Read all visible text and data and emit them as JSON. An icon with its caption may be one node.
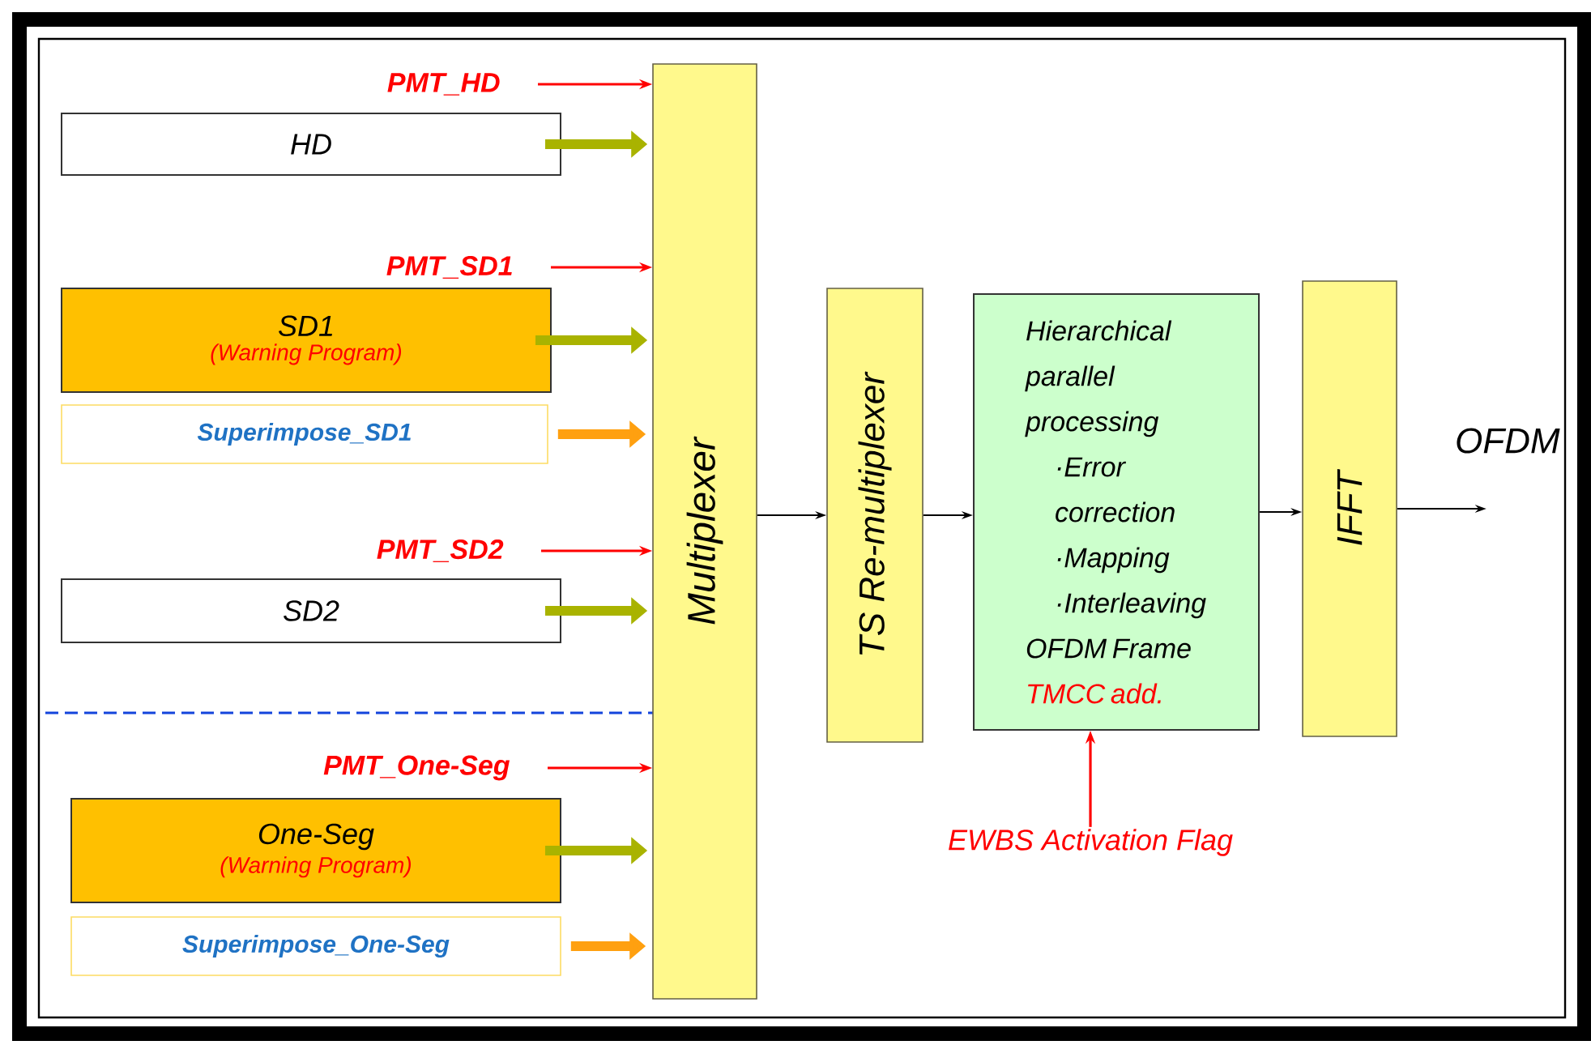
{
  "diagram": {
    "nodes": [
      {
        "text": [
          "Multiplexer"
        ]
      },
      {
        "text": [
          "PMT_HD"
        ]
      },
      {
        "text": [
          "HD"
        ]
      },
      {
        "text": [
          "PMT_SD1"
        ]
      },
      {
        "text": [
          "SD1",
          "(Warning Program)"
        ]
      },
      {
        "text": [
          "Superimpose_SD1"
        ]
      },
      {
        "text": [
          "PMT_SD2"
        ]
      },
      {
        "text": [
          "SD2"
        ]
      },
      {
        "text": [
          "PMT_One-Seg"
        ]
      },
      {
        "text": [
          "One-Seg",
          "(Warning Program)"
        ]
      },
      {
        "text": [
          "Superimpose_One-Seg"
        ]
      },
      {
        "text": [
          "TS Re-multiplexer"
        ]
      },
      {
        "text": [
          "Hierarchical parallel processing",
          "·Error correction",
          "·Mapping",
          "·Interleaving",
          "OFDM Frame",
          "TMCC  add."
        ]
      },
      {
        "text": [
          "IFFT"
        ]
      },
      {
        "text": [
          "EWBS Activation Flag"
        ]
      }
    ],
    "edges": [
      {
        "from": 1,
        "to": 0,
        "arrow": "to",
        "color": "#ff0000"
      },
      {
        "from": 2,
        "to": 0,
        "arrow": "to",
        "style": "thick",
        "color": "#a9b300"
      },
      {
        "from": 3,
        "to": 0,
        "arrow": "to",
        "color": "#ff0000"
      },
      {
        "from": 4,
        "to": 0,
        "arrow": "to",
        "style": "thick",
        "color": "#a9b300"
      },
      {
        "from": 5,
        "to": 0,
        "arrow": "to",
        "style": "thick",
        "color": "#ffa010"
      },
      {
        "from": 6,
        "to": 0,
        "arrow": "to",
        "color": "#ff0000"
      },
      {
        "from": 7,
        "to": 0,
        "arrow": "to",
        "style": "thick",
        "color": "#a9b300"
      },
      {
        "from": 8,
        "to": 0,
        "arrow": "to",
        "color": "#ff0000"
      },
      {
        "from": 9,
        "to": 0,
        "arrow": "to",
        "style": "thick",
        "color": "#a9b300"
      },
      {
        "from": 10,
        "to": 0,
        "arrow": "to",
        "style": "thick",
        "color": "#ffa010"
      },
      {
        "from": 0,
        "to": 11,
        "arrow": "to",
        "color": "#000000"
      },
      {
        "from": 11,
        "to": 12,
        "arrow": "to",
        "color": "#000000"
      },
      {
        "from": 12,
        "to": 13,
        "arrow": "to",
        "color": "#000000"
      },
      {
        "from": 13,
        "to": null,
        "arrow": "to",
        "label": "OFDM",
        "color": "#000000"
      },
      {
        "from": 14,
        "to": 12,
        "arrow": "to",
        "color": "#ff0000"
      }
    ]
  }
}
